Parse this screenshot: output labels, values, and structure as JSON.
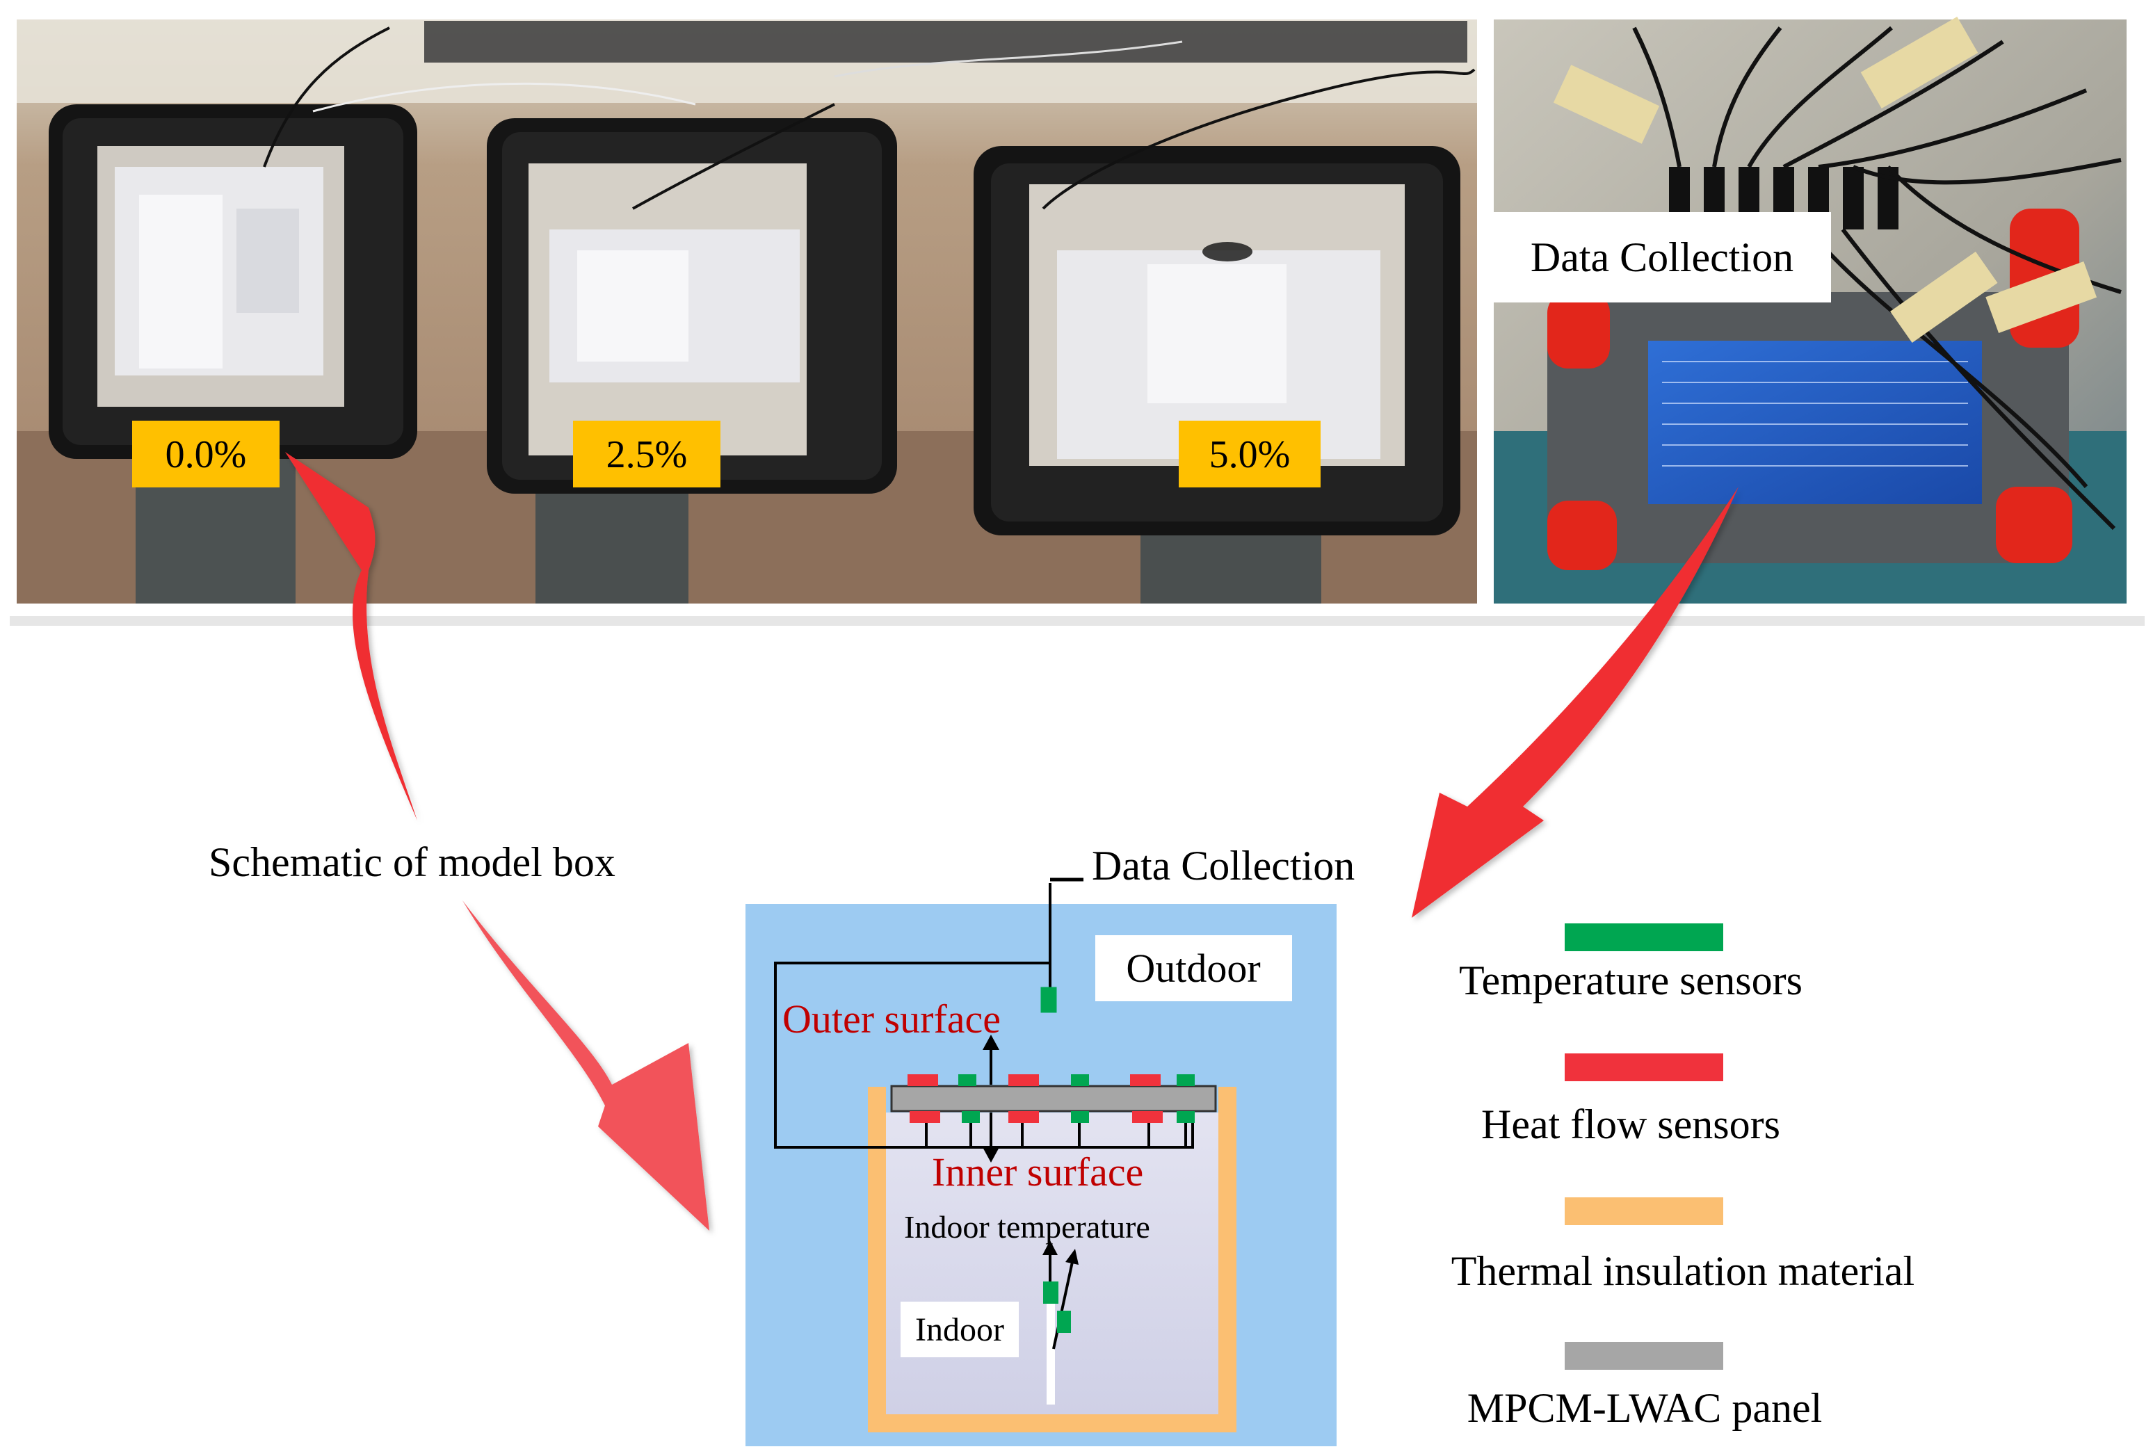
{
  "photos": {
    "boxes": {
      "labels": [
        "0.0%",
        "2.5%",
        "5.0%"
      ],
      "label_bg": "#FFC000"
    },
    "logger": {
      "label": "Data Collection"
    }
  },
  "captions": {
    "schematic_title": "Schematic of model box",
    "data_collection": "Data Collection"
  },
  "schematic": {
    "outdoor_label": "Outdoor",
    "outer_surface_label": "Outer surface",
    "inner_surface_label": "Inner surface",
    "indoor_temperature_label": "Indoor temperature",
    "indoor_label": "Indoor",
    "colors": {
      "outdoor_fill": "#9DCBF2",
      "indoor_fill": "#DCDDEE",
      "insulation": "#FBBF72",
      "panel": "#A6A6A6",
      "surface_text": "#C00000"
    }
  },
  "legend": {
    "items": [
      {
        "label": "Temperature sensors",
        "color": "#00A651"
      },
      {
        "label": "Heat flow sensors",
        "color": "#F0323C"
      },
      {
        "label": "Thermal insulation material",
        "color": "#FBBF72"
      },
      {
        "label": "MPCM-LWAC panel",
        "color": "#A6A6A6"
      }
    ]
  },
  "arrows": {
    "color": "#F02D32"
  }
}
